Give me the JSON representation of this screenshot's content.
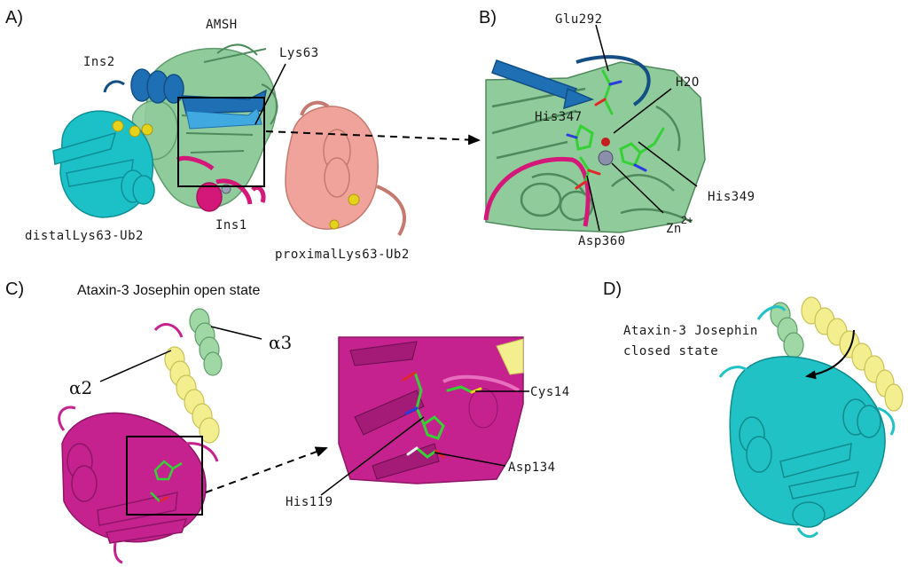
{
  "panels": {
    "a": {
      "letter": "A)",
      "labels": {
        "amsh": "AMSH",
        "lys63": "Lys63",
        "ins2": "Ins2",
        "ins1": "Ins1",
        "distal": "distalLys63-Ub2",
        "proximal": "proximalLys63-Ub2"
      }
    },
    "b": {
      "letter": "B)",
      "labels": {
        "glu292": "Glu292",
        "h2o": "H2O",
        "his347": "His347",
        "his349": "His349",
        "asp360": "Asp360",
        "zn": "Zn",
        "zn_charge": "2+"
      }
    },
    "c": {
      "letter": "C)",
      "title": "Ataxin-3 Josephin  open state",
      "labels": {
        "alpha2": "α2",
        "alpha3": "α3",
        "cys14": "Cys14",
        "asp134": "Asp134",
        "his119": "His119"
      }
    },
    "d": {
      "letter": "D)",
      "title_line1": "Ataxin-3 Josephin",
      "title_line2": "closed state"
    }
  },
  "colors": {
    "amsh": "#8fcb9b",
    "ins2": "#1f6fb5",
    "ins1": "#d4187a",
    "distal_ub": "#1cc1c8",
    "proximal_ub": "#f0a39a",
    "zinc_sphere": "#9aa0b4",
    "sulfur": "#e6d21a",
    "josephin_open": "#c5228f",
    "helix_yellow": "#f3ef8e",
    "helix_green": "#9fd8a4",
    "josephin_closed": "#20c2c5",
    "carbon_stick": "#35d135"
  },
  "icons": [
    "zoom-box",
    "dashed-arrow",
    "curved-arrow"
  ]
}
